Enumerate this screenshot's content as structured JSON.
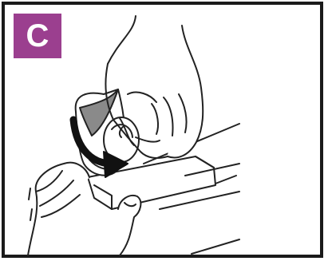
{
  "step_label": "C",
  "colors": {
    "badge": "#9b3f8f",
    "border": "#1a1a1a",
    "line": "#222222",
    "arrow": "#111111",
    "tape_face": "#8a8a8a"
  },
  "icons": [
    "hand-illustration",
    "tape-roll-illustration",
    "rotate-arrow-icon"
  ]
}
